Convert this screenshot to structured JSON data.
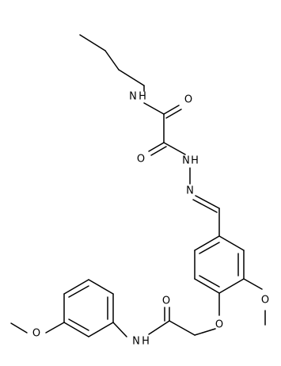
{
  "molecule": {
    "atom_labels": {
      "n_amide_top": "N",
      "h_amide_top": "H",
      "o_carbonyl_right": "O",
      "o_carbonyl_left": "O",
      "n_hydrazide": "N",
      "h_hydrazide": "H",
      "n_imine": "N",
      "o_methoxy_ring_b": "O",
      "o_ether": "O",
      "o_amide_bottom": "O",
      "n_amide_bottom": "N",
      "h_amide_bottom": "H",
      "o_methoxy_ring_c": "O"
    },
    "colors": {
      "bond": "#000000",
      "label": "#000000",
      "background": "#ffffff"
    }
  }
}
